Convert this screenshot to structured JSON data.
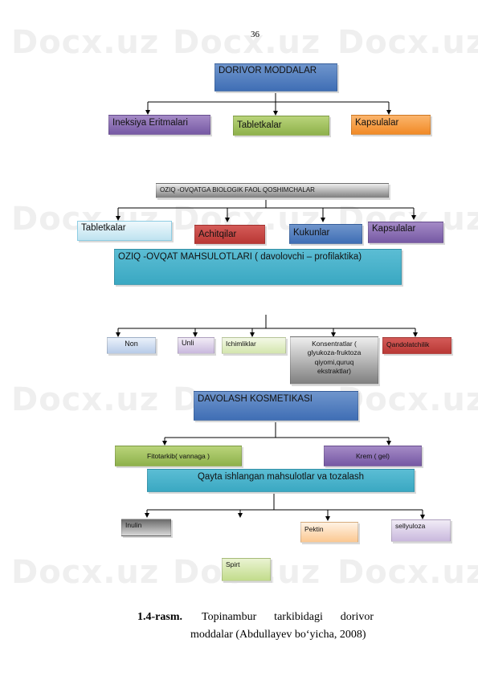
{
  "page_number": "36",
  "watermark": "Docx.uz",
  "section1": {
    "root": "DORIVOR MODDALAR",
    "children": [
      "Ineksiya Eritmalari",
      "Tabletkalar",
      "Kapsulalar"
    ]
  },
  "section2": {
    "root": "OZIQ -OVQATGA BIOLOGIK FAOL QOSHIMCHALAR",
    "children": [
      "Tabletkalar",
      "Achitqilar",
      "Kukunlar",
      "Kapsulalar"
    ]
  },
  "section3": {
    "root": "OZIQ -OVQAT MAHSULOTLARI ( davolovchi – profilaktika)",
    "children": [
      "Non",
      "Unli",
      "Ichimliklar",
      "Konsentratlar ( glyukoza-fruktoza qiyomi,quruq ekstraktlar)",
      "Qandolatchilik"
    ]
  },
  "section4": {
    "root": "DAVOLASH KOSMETIKASI",
    "children": [
      "Fitotarkib( vannaga )",
      "Krem ( gel)"
    ]
  },
  "section5": {
    "root": "Qayta ishlangan mahsulotlar va tozalash",
    "children": [
      "Inulin",
      "Pektin",
      "sellyuloza",
      "Spirt"
    ]
  },
  "caption": {
    "label": "1.4-rasm.",
    "line1": "Topinambur tarkibidagi dorivor",
    "line2": "moddalar (Abdullayev boʻyicha, 2008)"
  }
}
